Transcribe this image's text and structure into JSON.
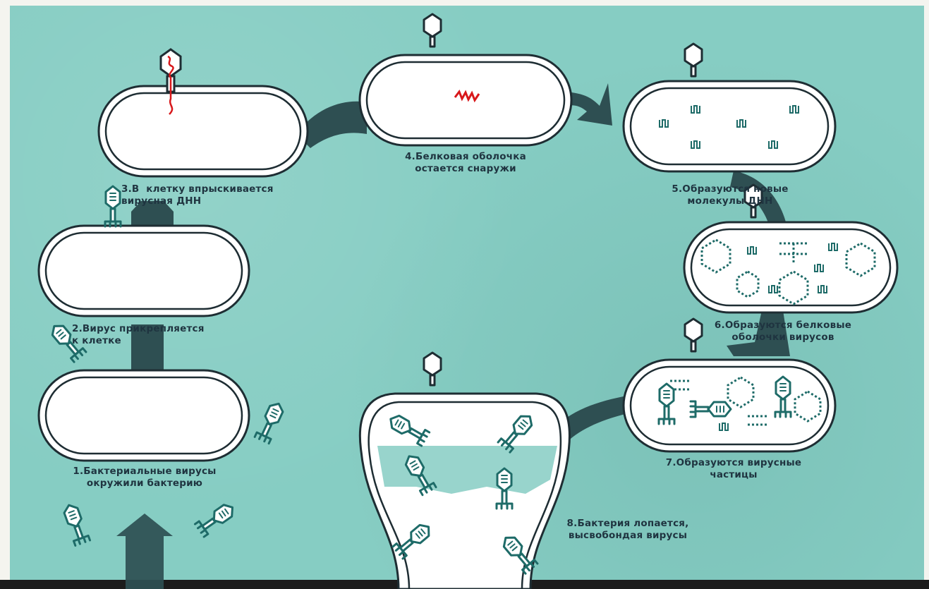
{
  "colors": {
    "background": "#86cdc3",
    "cell_fill": "#ffffff",
    "cell_outline": "#1e2d33",
    "arrows": "#2e4f52",
    "virus": "#1e6b68",
    "viral_dna": "#d8181b"
  },
  "steps": [
    {
      "number": "1",
      "text": "1.Бактериальные вирусы\nокружили бактерию"
    },
    {
      "number": "2",
      "text": "2.Вирус прикрепляется\nк клетке"
    },
    {
      "number": "3",
      "text": "3.В  клетку впрыскивается\nвирусная ДНН"
    },
    {
      "number": "4",
      "text": "4.Белковая оболочка\nостается снаружи"
    },
    {
      "number": "5",
      "text": "5.Образуются новые\nмолекулы ДНН"
    },
    {
      "number": "6",
      "text": "6.Образуются белковые\nоболочки вирусов"
    },
    {
      "number": "7",
      "text": "7.Образуются вирусные\nчастицы"
    },
    {
      "number": "8",
      "text": "8.Бактерия лопается,\nвысвобондая вирусы"
    }
  ]
}
